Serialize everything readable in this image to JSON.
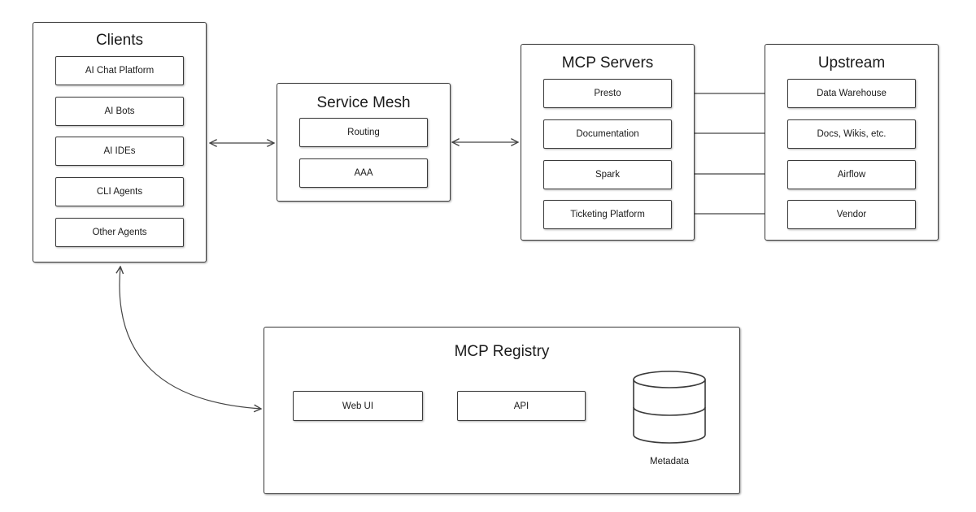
{
  "clients": {
    "title": "Clients",
    "items": [
      "AI Chat Platform",
      "AI Bots",
      "AI IDEs",
      "CLI Agents",
      "Other Agents"
    ]
  },
  "service_mesh": {
    "title": "Service Mesh",
    "items": [
      "Routing",
      "AAA"
    ]
  },
  "mcp_servers": {
    "title": "MCP Servers",
    "items": [
      "Presto",
      "Documentation",
      "Spark",
      "Ticketing Platform"
    ]
  },
  "upstream": {
    "title": "Upstream",
    "items": [
      "Data Warehouse",
      "Docs, Wikis, etc.",
      "Airflow",
      "Vendor"
    ]
  },
  "registry": {
    "title": "MCP Registry",
    "web_ui": "Web UI",
    "api": "API",
    "metadata": "Metadata"
  }
}
